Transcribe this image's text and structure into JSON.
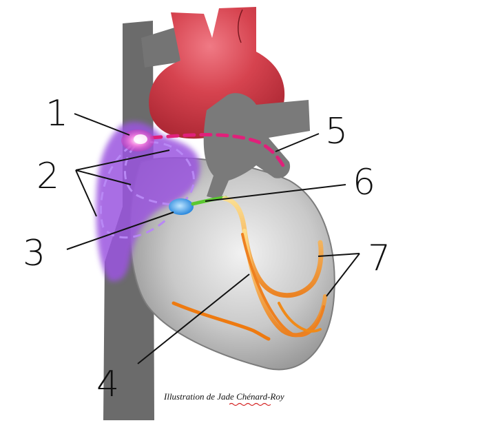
{
  "labels": [
    "1",
    "2",
    "3",
    "4",
    "5",
    "6",
    "7"
  ],
  "credit": "Illustration de Jade Chénard-Roy",
  "colors": {
    "vessel": "#6e6e6e",
    "aorta": "#d13e4b",
    "heart_body": "#b9b9b9",
    "sa_node": "#e040c0",
    "av_node": "#4aa0e8",
    "internodal_pathways": "#9b5de5",
    "interatrial_bundle": "#e0207a",
    "bundle_of_his": "#5ac830",
    "bundle_branches": "#f5b020",
    "purkinje_fibers": "#ee8020"
  }
}
